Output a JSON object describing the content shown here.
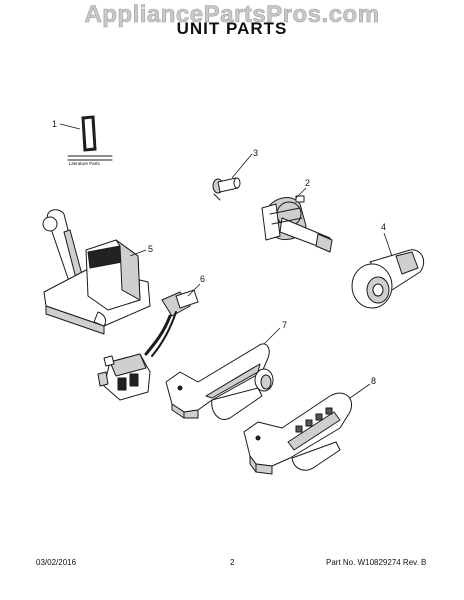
{
  "watermark": "AppliancePartsPros.com",
  "title": "UNIT PARTS",
  "footer": {
    "date": "03/02/2016",
    "page_number": "2",
    "part_no": "Part No. W10829274  Rev. B"
  },
  "parts": [
    {
      "number": "1",
      "label": "Literature Parts",
      "icon": "literature-booklet-icon"
    },
    {
      "number": "2",
      "icon": "actuator-lever-icon"
    },
    {
      "number": "3",
      "icon": "push-pin-icon"
    },
    {
      "number": "4",
      "icon": "paddle-wheel-icon"
    },
    {
      "number": "5",
      "icon": "dispenser-housing-icon"
    },
    {
      "number": "6",
      "icon": "wire-harness-switch-icon"
    },
    {
      "number": "7",
      "icon": "dispenser-arm-icon"
    },
    {
      "number": "8",
      "icon": "lever-bracket-icon"
    }
  ]
}
